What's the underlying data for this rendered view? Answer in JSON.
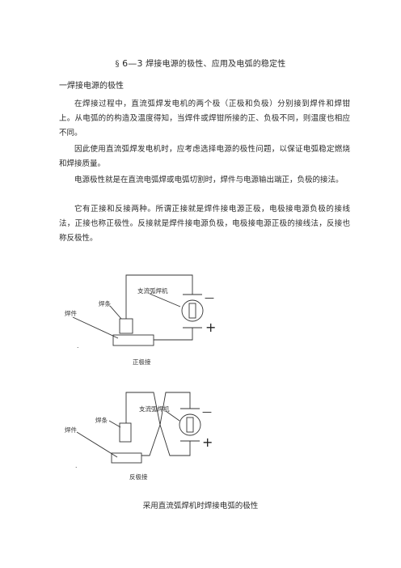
{
  "document": {
    "title_prefix": "§",
    "title_number": "6—3",
    "title_text": "焊接电源的极性、应用及电弧的稳定性",
    "heading": "一焊接电源的极性",
    "paragraphs": [
      "在焊接过程中，直流弧焊发电机的两个极（正极和负极）分别接到焊件和焊钳上。从电弧的的构造及温度得知，当焊件或焊钳所接的正、负极不同，则温度也相应不同。",
      "因此使用直流弧焊发电机时，应考虑选择电源的极性问题，以保证电弧稳定燃烧和焊接质量。",
      "电源极性就是在直流电弧焊或电弧切割时，焊件与电源输出端正，负极的接法。",
      "它有正接和反接两种。所谓正接就是焊件接电源正极，电极接电源负极的接线法，正接也称正极性。反接就是焊件接电源负极，电极接电源正极的接线法，反接也称反极性。"
    ],
    "figure_caption": "采用直流弧焊机时焊接电弧的极性"
  },
  "diagrams": {
    "forward": {
      "machine_label": "支流弧焊机",
      "electrode_label": "焊条",
      "workpiece_label": "焊件",
      "minus_sign": "—",
      "plus_sign": "+",
      "caption": "正极接",
      "corner_mark": "."
    },
    "reverse": {
      "machine_label": "支流弧焊机",
      "electrode_label": "焊条",
      "workpiece_label": "焊件",
      "minus_sign": "—",
      "plus_sign": "+",
      "caption": "反极接",
      "corner_mark": "."
    }
  }
}
